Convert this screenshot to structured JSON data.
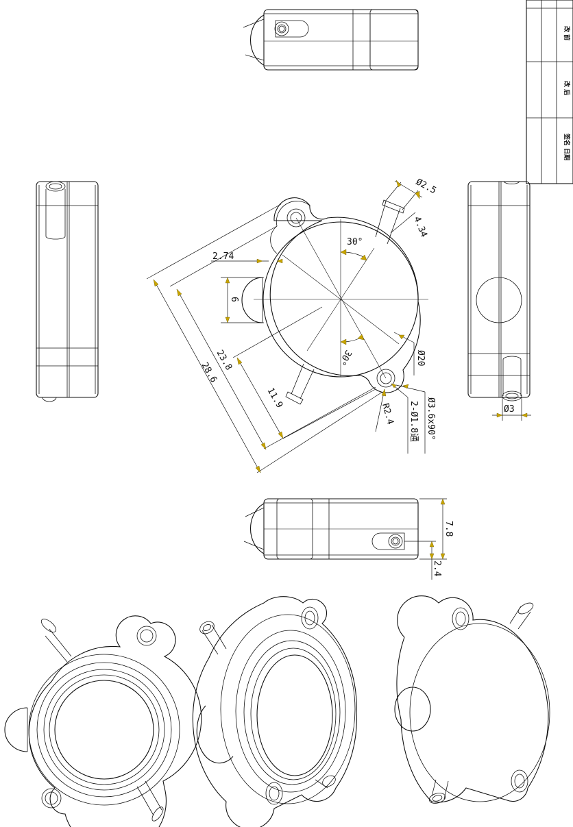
{
  "title_block": {
    "rows": [
      {
        "label": "改 前"
      },
      {
        "label": "改 后"
      },
      {
        "label": "签名 日期"
      }
    ]
  },
  "dimensions": {
    "hole_dia_top": "Ø2.5",
    "offset_434": "4.34",
    "angle_top": "30°",
    "len_274": "2.74",
    "dim_6": "6",
    "len_238": "23.8",
    "len_286": "28.6",
    "angle_bottom": "30°",
    "body_dia": "Ø20",
    "len_119": "11.9",
    "radius": "R2.4",
    "holes": "2-Ø1.8通",
    "holes_cjk": "通",
    "countersink": "Ø3.6x90°",
    "pin_dia": "Ø3",
    "height_78": "7.8",
    "height_24": "2.4"
  },
  "colors": {
    "line": "#111111",
    "arrow": "#c8a400"
  }
}
